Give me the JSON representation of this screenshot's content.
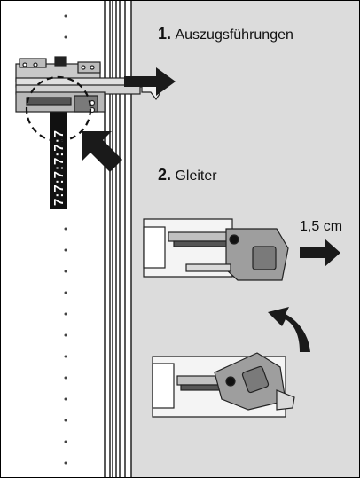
{
  "steps": [
    {
      "number": "1.",
      "label": "Auszugsführungen"
    },
    {
      "number": "2.",
      "label": "Gleiter"
    }
  ],
  "distance_label": "1,5 cm",
  "rail_marks": "7:7:7:7:7:7",
  "colors": {
    "panel_bg": "#dcdcdc",
    "arrow": "#1a1a1a",
    "part_gray": "#b3b3b3",
    "part_dark": "#555555"
  },
  "icons": [
    "right-arrow-icon",
    "diagonal-up-left-arrow-icon",
    "curved-rotate-arrow-icon"
  ]
}
